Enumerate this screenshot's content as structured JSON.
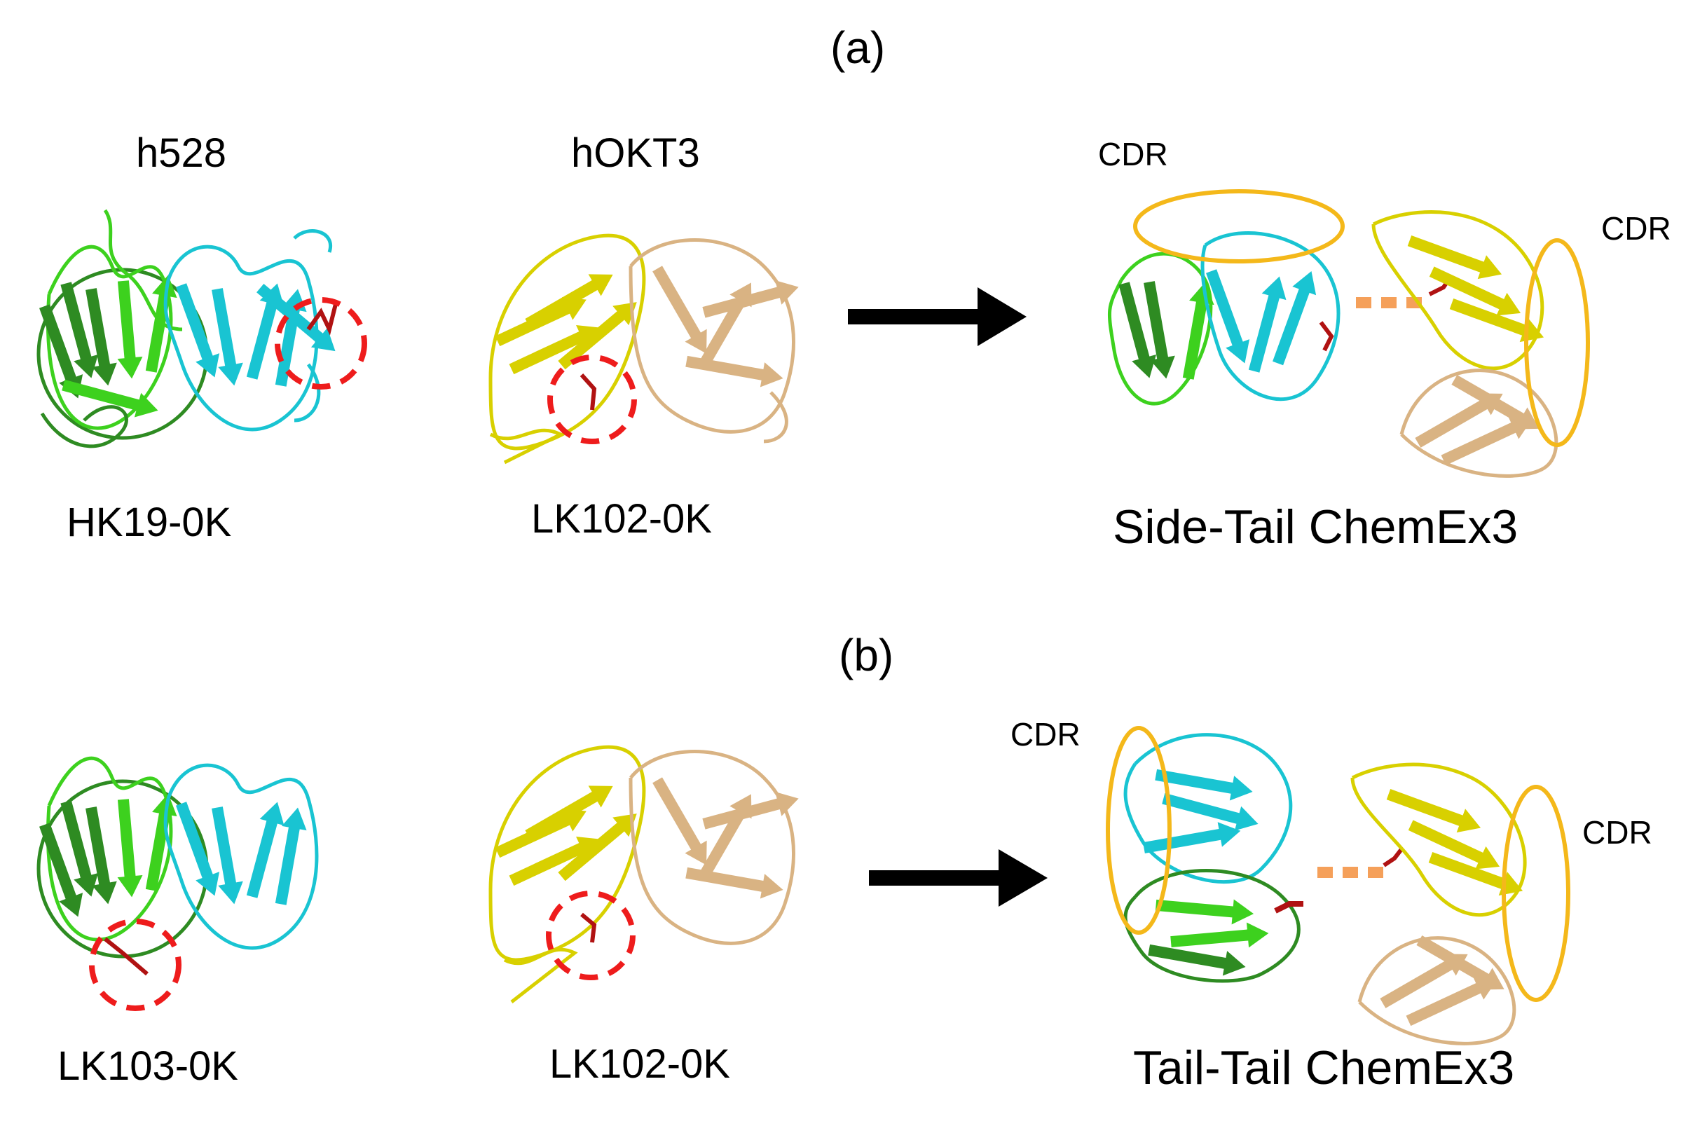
{
  "panel_a": {
    "tag": "(a)",
    "left_protein_name": "h528",
    "left_construct": "HK19-0K",
    "middle_protein_name": "hOKT3",
    "middle_construct": "LK102-0K",
    "result_label": "Side-Tail ChemEx3",
    "cdr_top": "CDR",
    "cdr_right": "CDR"
  },
  "panel_b": {
    "tag": "(b)",
    "left_construct": "LK103-0K",
    "middle_construct": "LK102-0K",
    "result_label": "Tail-Tail ChemEx3",
    "cdr_left": "CDR",
    "cdr_right": "CDR"
  },
  "colors": {
    "vh_dark_green": "#2e8b22",
    "vh_green": "#3dd11e",
    "vl_cyan": "#19c4d2",
    "okt3_yellow": "#d8d000",
    "okt3_tan": "#d9b383",
    "mutation_red": "#b01212",
    "marker_circle_red": "#ee1c1c",
    "cdr_ellipse_orange": "#f4b81a",
    "linker_orange": "#f5a05a",
    "arrow_black": "#000000"
  },
  "icons": [
    "protein-structure",
    "right-arrow-icon",
    "dashed-circle-marker",
    "cdr-ellipse"
  ]
}
